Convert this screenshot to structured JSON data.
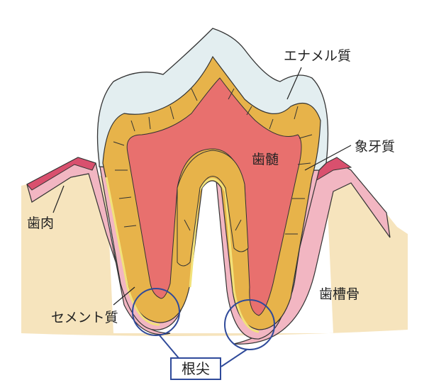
{
  "labels": {
    "enamel": "エナメル質",
    "dentin": "象牙質",
    "pulp": "歯髄",
    "gum": "歯肉",
    "alveolar_bone": "歯槽骨",
    "cementum": "セメント質",
    "root_apex": "根尖"
  },
  "colors": {
    "bone": "#f6e4bd",
    "gum": "#f2b6c2",
    "gum_edge": "#d9506e",
    "enamel": "#e3eef0",
    "dentin": "#e7b34a",
    "pulp": "#e8706e",
    "cementum": "#f2e27a",
    "apex_marker": "#2f4a9a"
  }
}
